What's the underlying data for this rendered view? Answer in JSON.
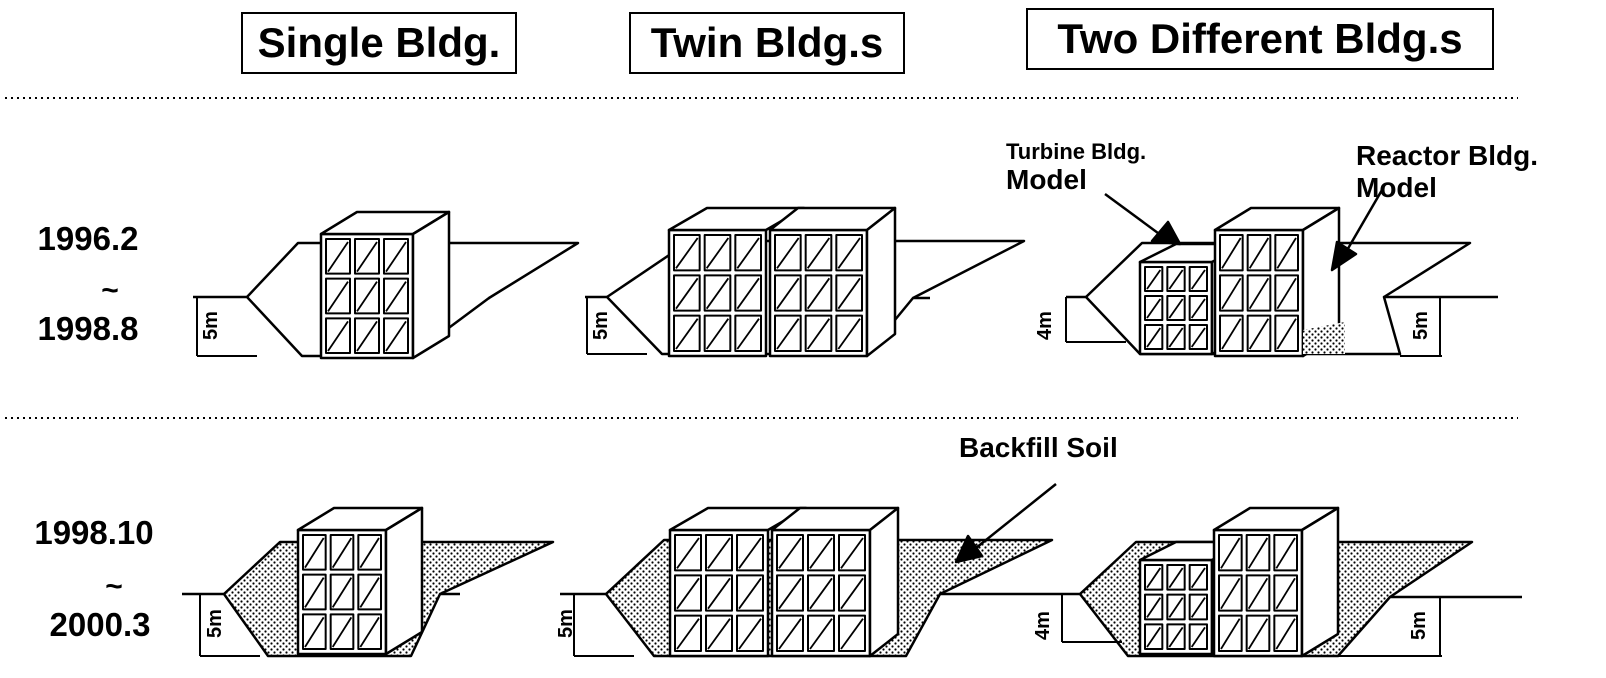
{
  "headers": {
    "single": "Single Bldg.",
    "twin": "Twin Bldg.s",
    "two_different": "Two Different Bldg.s"
  },
  "periods": [
    {
      "start": "1996.2",
      "sep": "~",
      "end": "1998.8"
    },
    {
      "start": "1998.10",
      "sep": "~",
      "end": "2000.3"
    }
  ],
  "labels": {
    "turbine_line1": "Turbine Bldg.",
    "turbine_line2": "Model",
    "reactor_line1": "Reactor Bldg.",
    "reactor_line2": "Model",
    "backfill": "Backfill Soil"
  },
  "dims": {
    "single_top": "5m",
    "twin_top": "5m",
    "turbine_top": "4m",
    "reactor_top": "5m",
    "single_bottom": "5m",
    "twin_bottom": "5m",
    "turbine_bottom": "4m",
    "reactor_bottom": "5m"
  }
}
